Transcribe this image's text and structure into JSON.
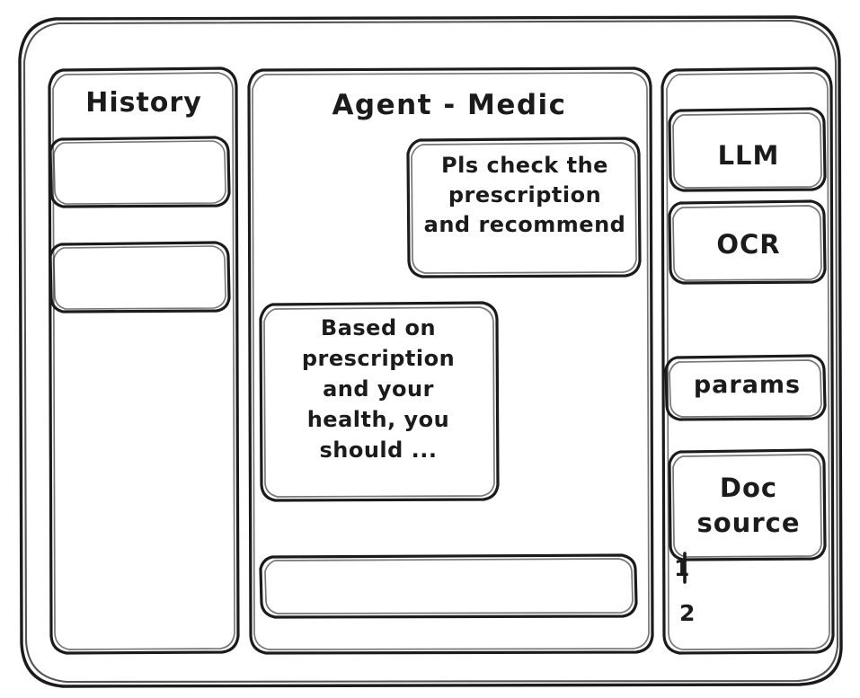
{
  "window": {
    "name": "agent-medic-wireframe",
    "style": "hand-drawn-wireframe",
    "stroke_color": "#1b1b1b",
    "background_color": "#ffffff"
  },
  "sidebar_left": {
    "title": "History",
    "items": [
      {
        "label": "",
        "name": "history-item-1"
      },
      {
        "label": "",
        "name": "history-item-2"
      }
    ]
  },
  "main": {
    "title": "Agent - Medic",
    "messages": [
      {
        "role": "user",
        "text": "Pls check the\nprescription\nand recommend",
        "align": "right"
      },
      {
        "role": "agent",
        "text": "Based on\nprescription\nand your\nhealth, you\nshould ...",
        "align": "left"
      }
    ],
    "composer": {
      "value": "",
      "placeholder": ""
    }
  },
  "sidebar_right": {
    "tools": [
      {
        "label": "LLM",
        "name": "tool-llm"
      },
      {
        "label": "OCR",
        "name": "tool-ocr"
      },
      {
        "label": "params",
        "name": "tool-params"
      },
      {
        "label": "Doc\nsource",
        "name": "tool-doc-source"
      }
    ],
    "sources": [
      {
        "label": "1"
      },
      {
        "label": "2"
      }
    ]
  }
}
